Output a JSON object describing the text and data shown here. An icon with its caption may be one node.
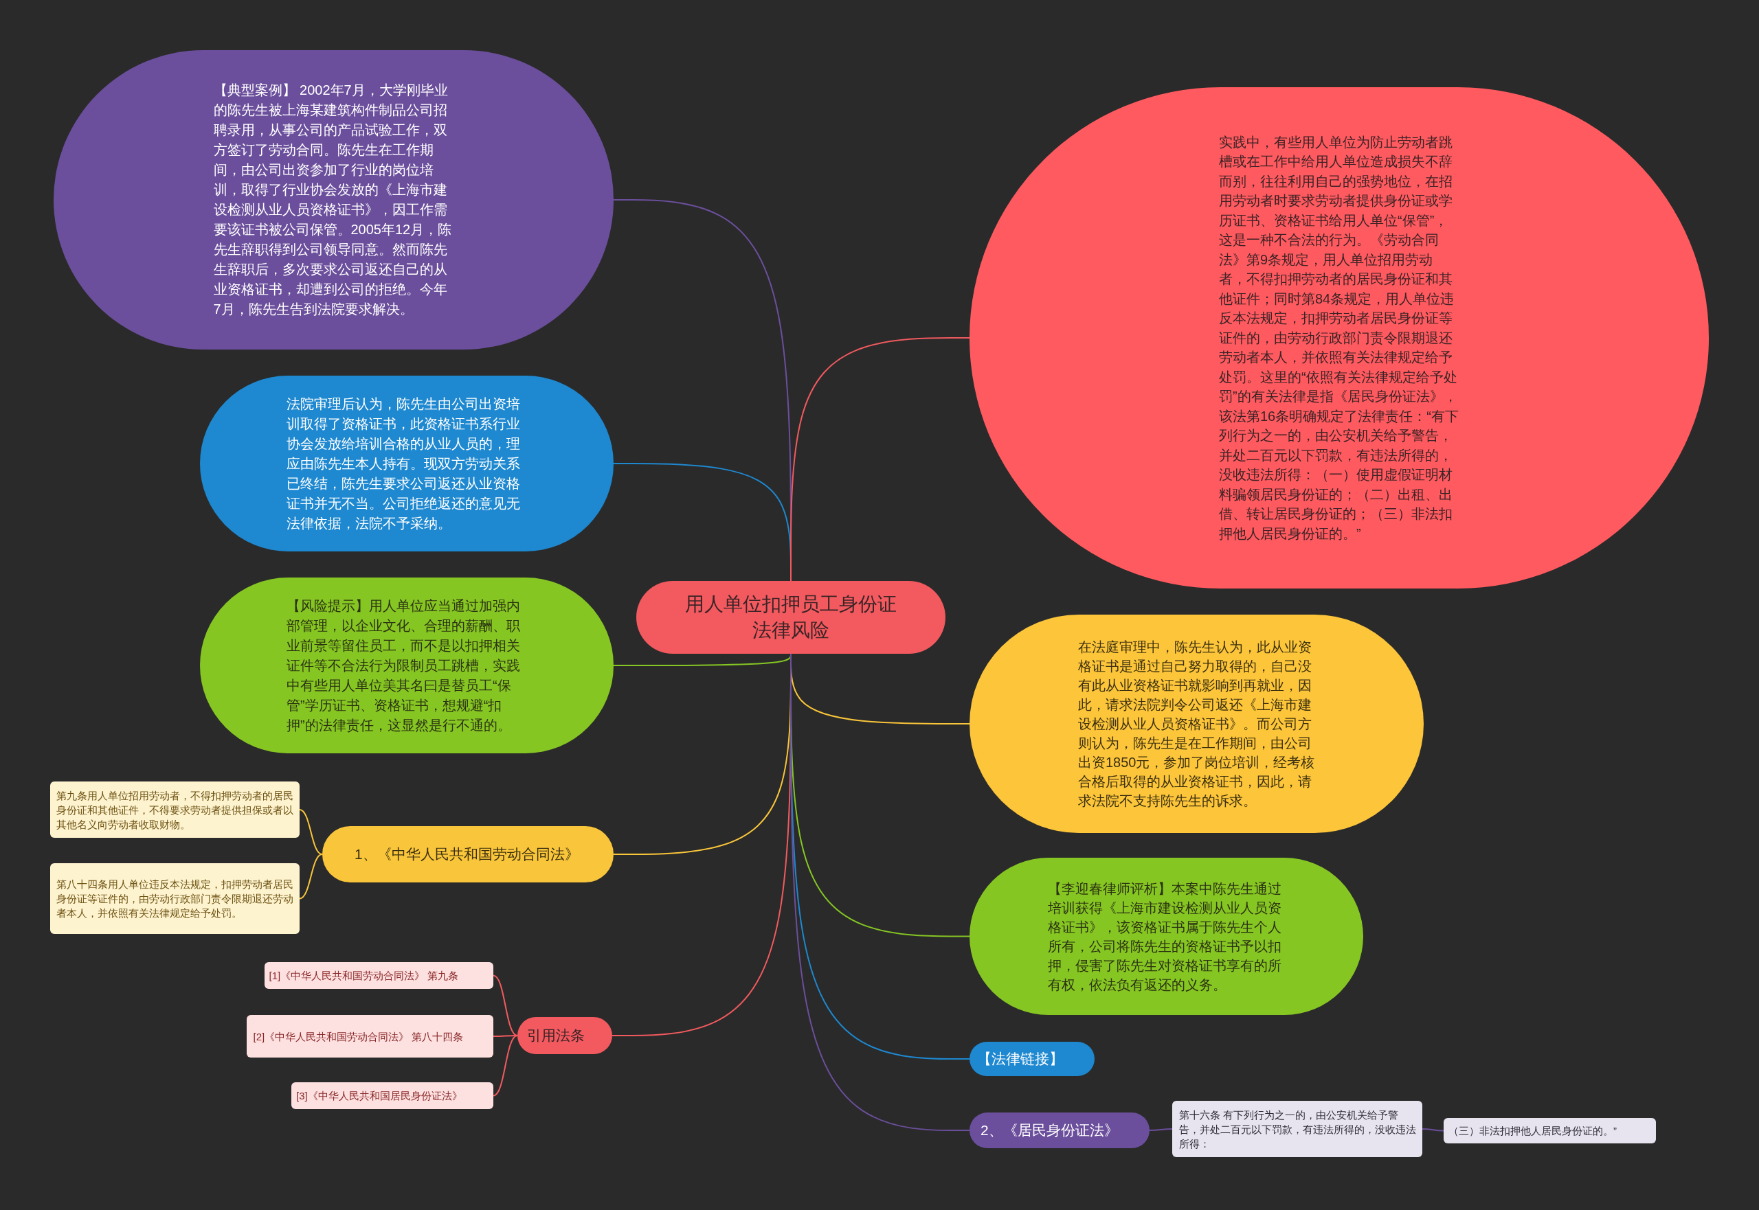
{
  "diagram": {
    "nodes": [
      {
        "text": [
          "用人单位扣押员工身份证法律风险"
        ]
      },
      {
        "text": [
          "【典型案例】 2002年7月，大学刚毕业的陈先生被上海某建筑构件制品公司招聘录用，从事公司的产品试验工作，双方签订了劳动合同。陈先生在工作期间，由公司出资参加了行业的岗位培训，取得了行业协会发放的《上海市建设检测从业人员资格证书》，因工作需要该证书被公司保管。2005年12月，陈先生辞职得到公司领导同意。然而陈先生辞职后，多次要求公司返还自己的从业资格证书，却遭到公司的拒绝。今年7月，陈先生告到法院要求解决。"
        ]
      },
      {
        "text": [
          "法院审理后认为，陈先生由公司出资培训取得了资格证书，此资格证书系行业协会发放给培训合格的从业人员的，理应由陈先生本人持有。现双方劳动关系已终结，陈先生要求公司返还从业资格证书并无不当。公司拒绝返还的意见无法律依据，法院不予采纳。"
        ]
      },
      {
        "text": [
          "【风险提示】用人单位应当通过加强内部管理，以企业文化、合理的薪酬、职业前景等留住员工，而不是以扣押相关证件等不合法行为限制员工跳槽，实践中有些用人单位美其名曰是替员工“保管”学历证书、资格证书，想规避“扣押”的法律责任，这显然是行不通的。"
        ]
      },
      {
        "text": [
          "1、《中华人民共和国劳动合同法》"
        ]
      },
      {
        "text": [
          "第九条用人单位招用劳动者，不得扣押劳动者的居民身份证和其他证件，不得要求劳动者提供担保或者以其他名义向劳动者收取财物。"
        ]
      },
      {
        "text": [
          "第八十四条用人单位违反本法规定，扣押劳动者居民身份证等证件的，由劳动行政部门责令限期退还劳动者本人，并依照有关法律规定给予处罚。"
        ]
      },
      {
        "text": [
          "引用法条"
        ]
      },
      {
        "text": [
          "[1]《中华人民共和国劳动合同法》 第九条"
        ]
      },
      {
        "text": [
          "[2]《中华人民共和国劳动合同法》 第八十四条"
        ]
      },
      {
        "text": [
          "[3]《中华人民共和国居民身份证法》"
        ]
      },
      {
        "text": [
          "实践中，有些用人单位为防止劳动者跳槽或在工作中给用人单位造成损失不辞而别，往往利用自己的强势地位，在招用劳动者时要求劳动者提供身份证或学历证书、资格证书给用人单位“保管”，这是一种不合法的行为。《劳动合同法》第9条规定，用人单位招用劳动者，不得扣押劳动者的居民身份证和其他证件；同时第84条规定，用人单位违反本法规定，扣押劳动者居民身份证等证件的，由劳动行政部门责令限期退还劳动者本人，并依照有关法律规定给予处罚。这里的“依照有关法律规定给予处罚”的有关法律是指《居民身份证法》，该法第16条明确规定了法律责任：“有下列行为之一的，由公安机关给予警告，并处二百元以下罚款，有违法所得的，没收违法所得：（一）使用虚假证明材料骗领居民身份证的；（二）出租、出借、转让居民身份证的；（三）非法扣押他人居民身份证的。”"
        ]
      },
      {
        "text": [
          "在法庭审理中，陈先生认为，此从业资格证书是通过自己努力取得的，自己没有此从业资格证书就影响到再就业，因此，请求法院判令公司返还《上海市建设检测从业人员资格证书》。而公司方则认为，陈先生是在工作期间，由公司出资1850元，参加了岗位培训，经考核合格后取得的从业资格证书，因此，请求法院不支持陈先生的诉求。"
        ]
      },
      {
        "text": [
          "【李迎春律师评析】本案中陈先生通过培训获得《上海市建设检测从业人员资格证书》，该资格证书属于陈先生个人所有，公司将陈先生的资格证书予以扣押，侵害了陈先生对资格证书享有的所有权，依法负有返还的义务。"
        ]
      },
      {
        "text": [
          "【法律链接】"
        ]
      },
      {
        "text": [
          "2、《居民身份证法》"
        ]
      },
      {
        "text": [
          "第十六条 有下列行为之一的，由公安机关给予警告，并处二百元以下罚款，有违法所得的，没收违法所得："
        ]
      },
      {
        "text": [
          "（三）非法扣押他人居民身份证的。”"
        ]
      }
    ],
    "edges": [
      {
        "from": 0,
        "to": 1,
        "arrow": "none",
        "color": "#6b4f9c"
      },
      {
        "from": 0,
        "to": 2,
        "arrow": "none",
        "color": "#1e88d0"
      },
      {
        "from": 0,
        "to": 3,
        "arrow": "none",
        "color": "#86c623"
      },
      {
        "from": 0,
        "to": 4,
        "arrow": "none",
        "color": "#f9c53a"
      },
      {
        "from": 4,
        "to": 5,
        "arrow": "none",
        "color": "#f9c53a"
      },
      {
        "from": 4,
        "to": 6,
        "arrow": "none",
        "color": "#f9c53a"
      },
      {
        "from": 0,
        "to": 7,
        "arrow": "none",
        "color": "#f25a5f"
      },
      {
        "from": 7,
        "to": 8,
        "arrow": "none",
        "color": "#f25a5f"
      },
      {
        "from": 7,
        "to": 9,
        "arrow": "none",
        "color": "#f25a5f"
      },
      {
        "from": 7,
        "to": 10,
        "arrow": "none",
        "color": "#f25a5f"
      },
      {
        "from": 0,
        "to": 11,
        "arrow": "none",
        "color": "#f25a5f"
      },
      {
        "from": 0,
        "to": 12,
        "arrow": "none",
        "color": "#f9c53a"
      },
      {
        "from": 0,
        "to": 13,
        "arrow": "none",
        "color": "#86c623"
      },
      {
        "from": 0,
        "to": 14,
        "arrow": "none",
        "color": "#1e88d0"
      },
      {
        "from": 0,
        "to": 15,
        "arrow": "none",
        "color": "#6b4f9c"
      },
      {
        "from": 15,
        "to": 16,
        "arrow": "none",
        "color": "#6b4f9c"
      },
      {
        "from": 16,
        "to": 17,
        "arrow": "none",
        "color": "#6b4f9c"
      }
    ]
  }
}
